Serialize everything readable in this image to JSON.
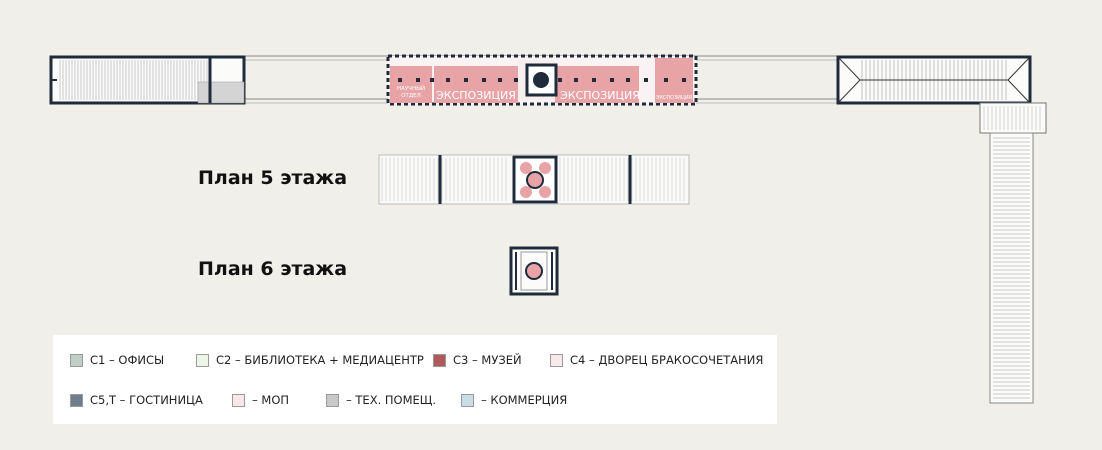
{
  "plans": {
    "floor5_title": "План 5 этажа",
    "floor6_title": "План 6 этажа"
  },
  "rooms": {
    "expo_left": "ЭКСПОЗИЦИЯ",
    "expo_right": "ЭКСПОЗИЦИЯ",
    "expo_small": "ЭКСПОЗИЦИЯ",
    "scientific_lines": [
      "НАУЧНЫЙ",
      "ОТДЕЛ"
    ]
  },
  "legend": {
    "items": [
      {
        "label": "С1 – ОФИСЫ",
        "color": "#bfcfc7"
      },
      {
        "label": "С2 – БИБЛИОТЕКА + МЕДИАЦЕНТР",
        "color": "#eef5e6"
      },
      {
        "label": "С3 – МУЗЕЙ",
        "color": "#b0585a"
      },
      {
        "label": "С4 – ДВОРЕЦ БРАКОСОЧЕТАНИЯ",
        "color": "#f8e8ea"
      },
      {
        "label": "С5,Т – ГОСТИНИЦА",
        "color": "#6f7e8d"
      },
      {
        "label": "– МОП",
        "color": "#fbe6e8"
      },
      {
        "label": "– ТЕХ. ПОМЕЩ.",
        "color": "#c6c8c9"
      },
      {
        "label": "– КОММЕРЦИЯ",
        "color": "#c9dde6"
      }
    ]
  },
  "colors": {
    "background": "#f1efea",
    "museum_fill": "#e8a3a7",
    "wall": "#1f2b3a"
  }
}
